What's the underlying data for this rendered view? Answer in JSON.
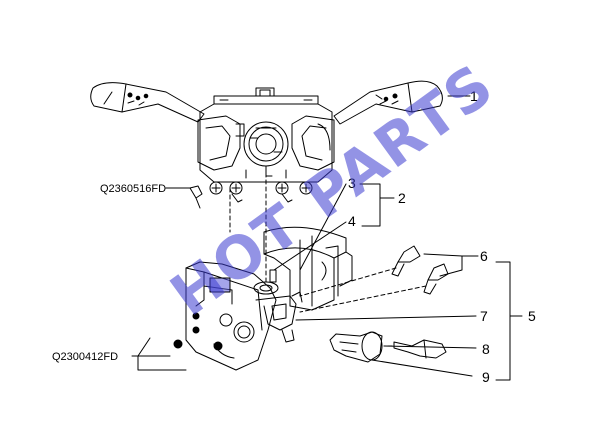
{
  "callouts": {
    "c1": "1",
    "c2": "2",
    "c3": "3",
    "c4": "4",
    "c5": "5",
    "c6": "6",
    "c7": "7",
    "c8": "8",
    "c9": "9"
  },
  "part_codes": {
    "upper_screw": "Q2360516FD",
    "lower_screws": "Q2300412FD"
  },
  "watermark": {
    "text": "HOT PARTS",
    "color": "#3b3bd0"
  },
  "colors": {
    "line": "#000000",
    "background": "#ffffff"
  }
}
